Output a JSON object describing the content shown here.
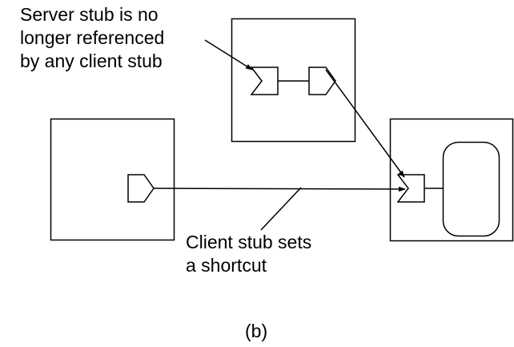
{
  "annotations": {
    "server_stub_note": [
      "Server stub is no",
      "longer referenced",
      "by any client stub"
    ],
    "client_stub_note": [
      "Client stub sets",
      "a shortcut"
    ]
  },
  "caption": "(b)",
  "colors": {
    "stroke": "#000000",
    "fill": "#ffffff",
    "text": "#000000"
  }
}
